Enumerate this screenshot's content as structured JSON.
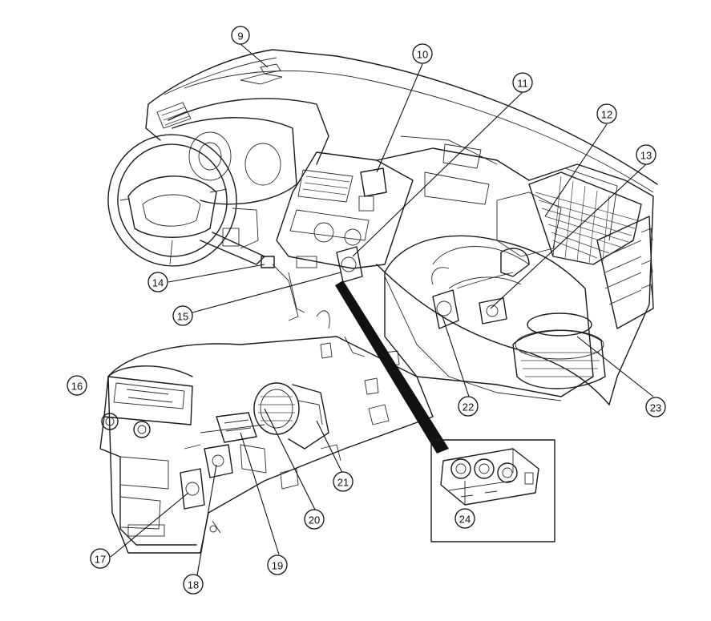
{
  "callouts": [
    {
      "id": "9",
      "label": "9"
    },
    {
      "id": "10",
      "label": "10"
    },
    {
      "id": "11",
      "label": "11"
    },
    {
      "id": "12",
      "label": "12"
    },
    {
      "id": "13",
      "label": "13"
    },
    {
      "id": "14",
      "label": "14"
    },
    {
      "id": "15",
      "label": "15"
    },
    {
      "id": "16",
      "label": "16"
    },
    {
      "id": "17",
      "label": "17"
    },
    {
      "id": "18",
      "label": "18"
    },
    {
      "id": "19",
      "label": "19"
    },
    {
      "id": "20",
      "label": "20"
    },
    {
      "id": "21",
      "label": "21"
    },
    {
      "id": "22",
      "label": "22"
    },
    {
      "id": "23",
      "label": "23"
    },
    {
      "id": "24",
      "label": "24"
    }
  ]
}
